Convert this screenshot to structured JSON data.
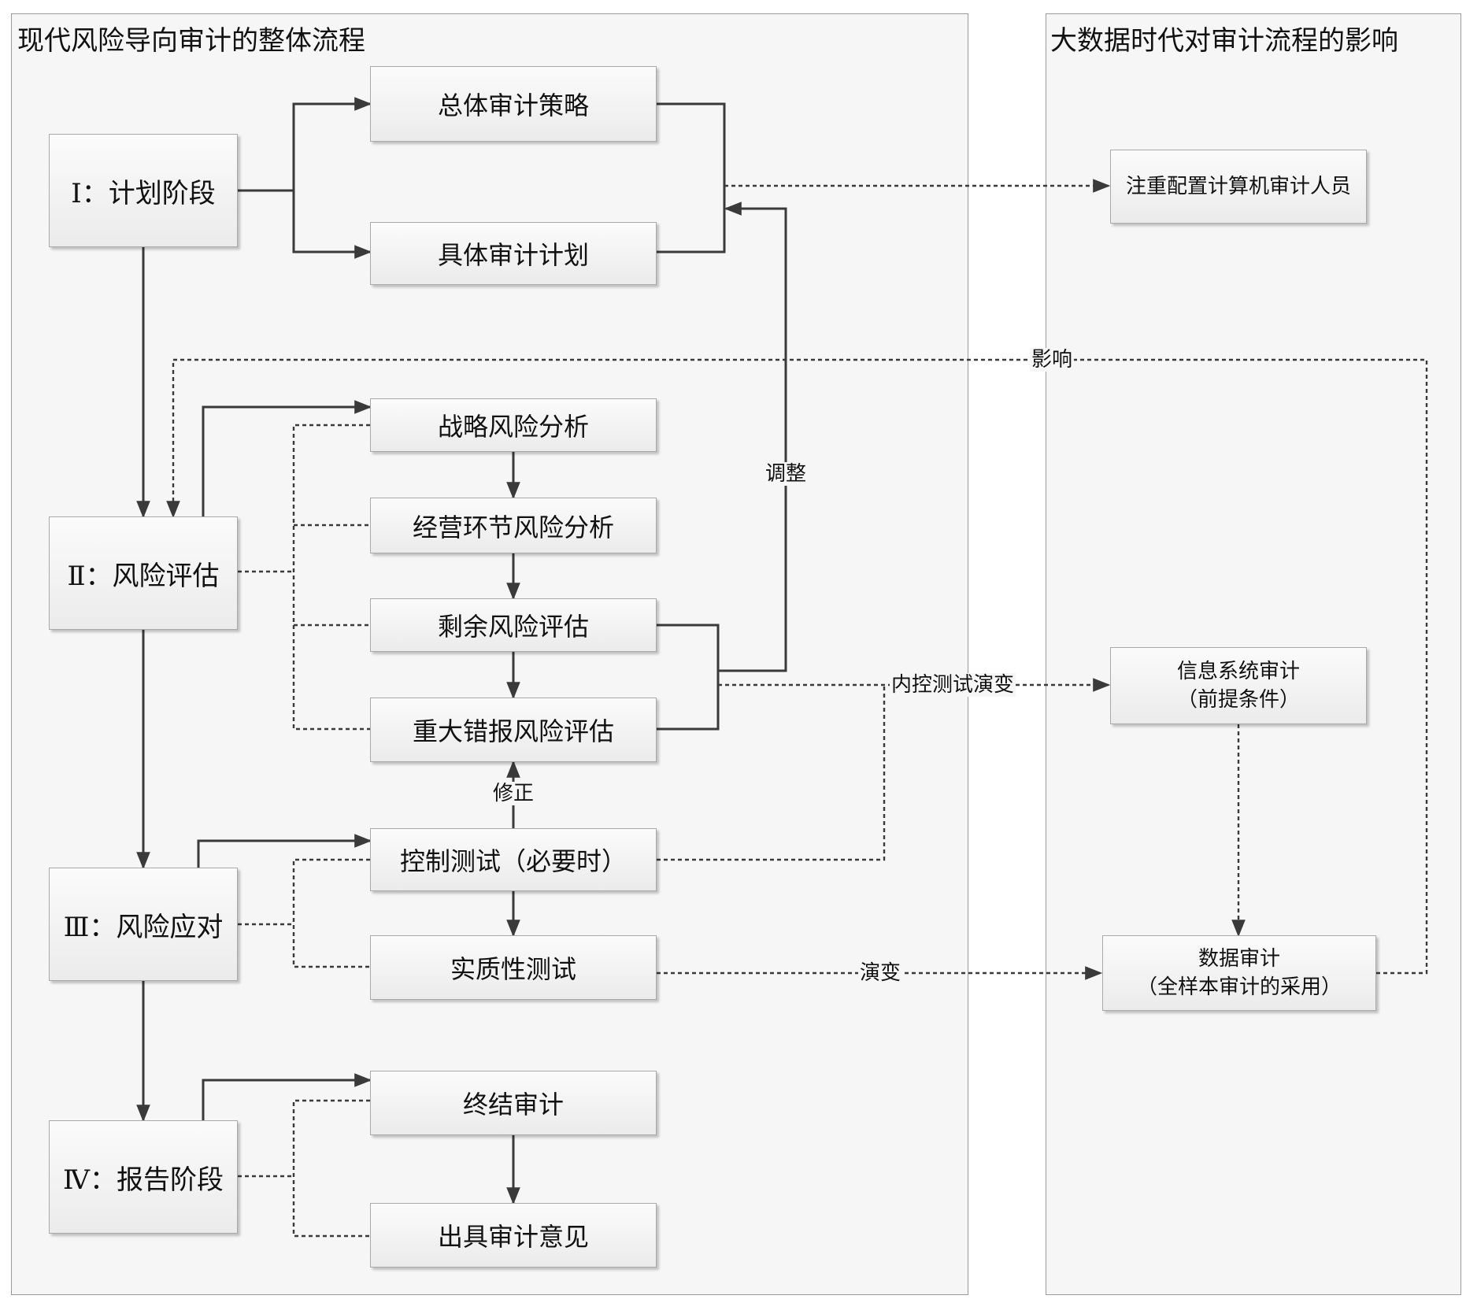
{
  "left_panel": {
    "title": "现代风险导向审计的整体流程"
  },
  "right_panel": {
    "title": "大数据时代对审计流程的影响"
  },
  "stages": {
    "planning": "Ⅰ：计划阶段",
    "risk_assessment": "Ⅱ：风险评估",
    "risk_response": "Ⅲ：风险应对",
    "reporting": "Ⅳ：报告阶段"
  },
  "steps": {
    "overall_strategy": "总体审计策略",
    "specific_plan": "具体审计计划",
    "strategic_risk": "战略风险分析",
    "operating_risk": "经营环节风险分析",
    "residual_risk": "剩余风险评估",
    "material_misstatement": "重大错报风险评估",
    "control_test": "控制测试（必要时）",
    "substantive_test": "实质性测试",
    "completion": "终结审计",
    "opinion": "出具审计意见"
  },
  "impacts": {
    "computer_staff": "注重配置计算机审计人员",
    "is_audit_line1": "信息系统审计",
    "is_audit_line2": "（前提条件）",
    "data_audit_line1": "数据审计",
    "data_audit_line2": "（全样本审计的采用）"
  },
  "edge_labels": {
    "influence": "影响",
    "adjust": "调整",
    "ic_evolution": "内控测试演变",
    "revise": "修正",
    "evolution": "演变"
  }
}
